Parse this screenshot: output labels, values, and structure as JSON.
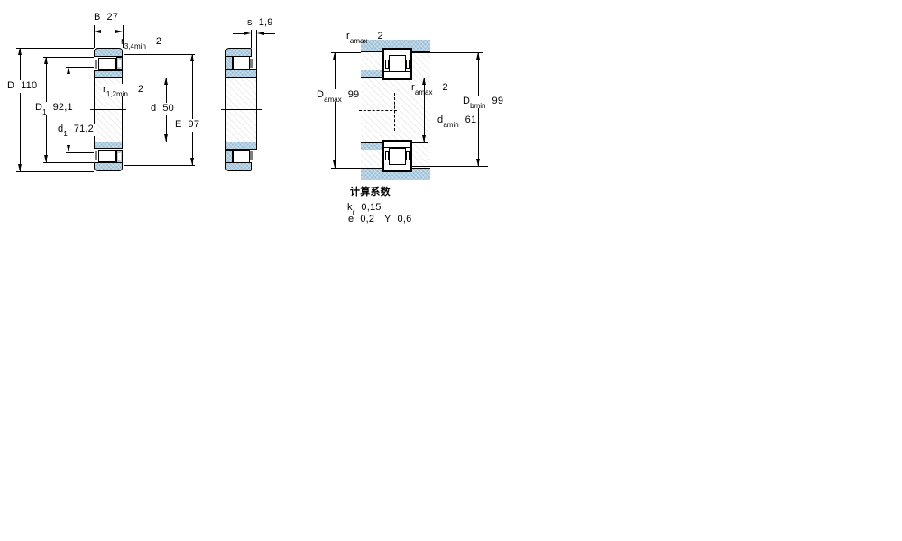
{
  "figure": {
    "kind": "bearing dimension drawing",
    "views": [
      "front-section",
      "side-section",
      "abutment-dimensions"
    ]
  },
  "front": {
    "B": {
      "name": "B",
      "value": "27"
    },
    "r34": {
      "name": "r",
      "sub": "3,4min",
      "value": "2"
    },
    "D": {
      "name": "D",
      "value": "110"
    },
    "D1": {
      "name": "D",
      "sub": "1",
      "value": "92,1"
    },
    "d1": {
      "name": "d",
      "sub": "1",
      "value": "71,2"
    },
    "r12": {
      "name": "r",
      "sub": "1,2min",
      "value": "2"
    },
    "d": {
      "name": "d",
      "value": "50"
    },
    "E": {
      "name": "E",
      "value": "97"
    }
  },
  "side": {
    "s": {
      "name": "s",
      "value": "1,9"
    }
  },
  "mounting": {
    "ra_top": {
      "name": "r",
      "sub": "amax",
      "value": "2"
    },
    "Damax": {
      "name": "D",
      "sub": "amax",
      "value": "99"
    },
    "ra_mid": {
      "name": "r",
      "sub": "amax",
      "value": "2"
    },
    "Dbmin": {
      "name": "D",
      "sub": "bmin",
      "value": "99"
    },
    "damin": {
      "name": "d",
      "sub": "amin",
      "value": "61"
    }
  },
  "factors": {
    "title": "计算系数",
    "kr": {
      "name": "k",
      "sub": "r",
      "value": "0,15"
    },
    "e": {
      "name": "e",
      "value": "0,2"
    },
    "Y": {
      "name": "Y",
      "value": "0,6"
    }
  },
  "colors": {
    "ring_fill": "#aecfe2",
    "line": "#000000",
    "background": "#ffffff"
  }
}
